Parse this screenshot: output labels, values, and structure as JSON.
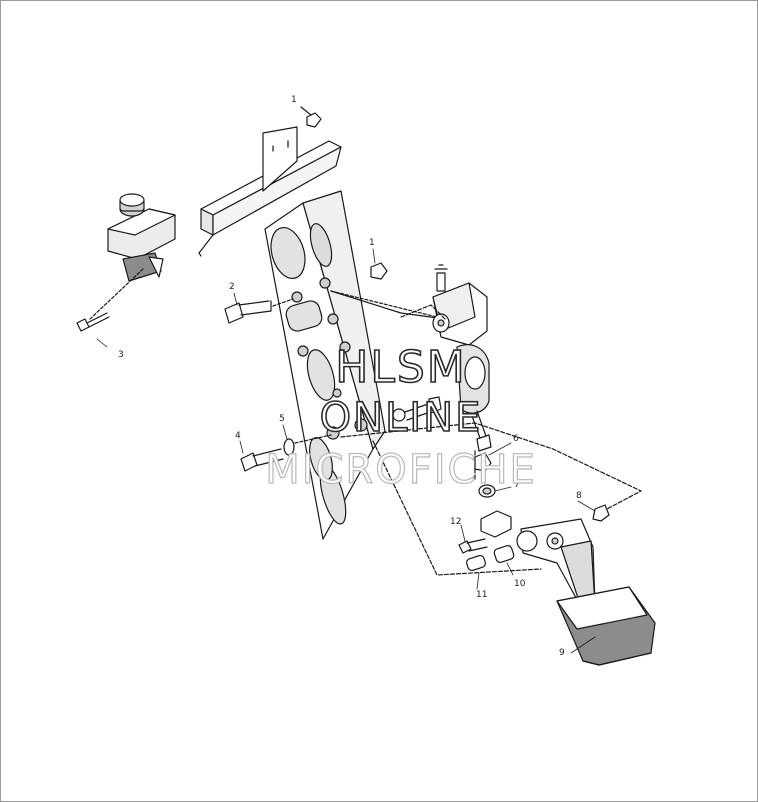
{
  "callouts": {
    "c1a": "1",
    "c1b": "1",
    "c2": "2",
    "c3": "3",
    "c4": "4",
    "c5": "5",
    "c6": "6",
    "c7": "7",
    "c8": "8",
    "c9": "9",
    "c10": "10",
    "c11": "11",
    "c12": "12"
  },
  "watermark": {
    "line1": "HLSM",
    "line2": "ONLINE",
    "line3": "MICROFICHE"
  },
  "colors": {
    "line": "#1a1a1a",
    "shade": "#d9d9d9",
    "dark": "#8c8c8c",
    "watermark_stroke": "#2b2b2b",
    "watermark_faint": "#b9b9b9"
  }
}
